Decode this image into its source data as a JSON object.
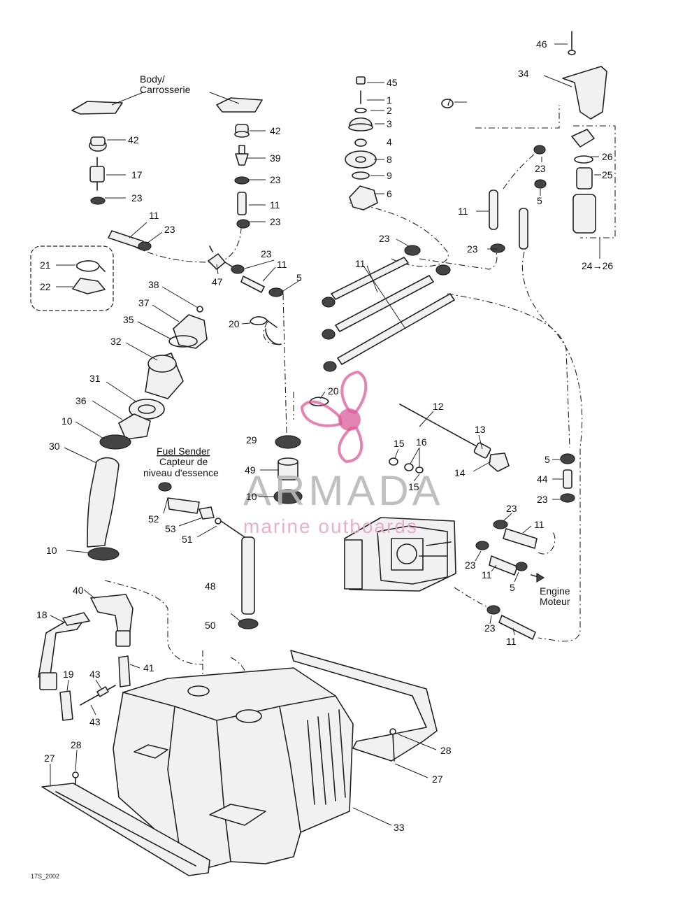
{
  "labels": {
    "body_en": "Body/",
    "body_fr": "Carrosserie",
    "fuel_sender_en": "Fuel Sender",
    "fuel_sender_fr1": "Capteur de",
    "fuel_sender_fr2": "niveau d'essence",
    "engine_en": "Engine",
    "engine_fr": "Moteur",
    "ref_code": "17S_2002"
  },
  "watermark": {
    "brand": "ARMADA",
    "tagline": "marine outboards",
    "accent_color": "#d84a8e"
  },
  "callouts": {
    "c46": "46",
    "c34": "34",
    "c45": "45",
    "c1": "1",
    "c2": "2",
    "c3": "3",
    "c4": "4",
    "c8": "8",
    "c9": "9",
    "c6": "6",
    "c7": "7",
    "c42a": "42",
    "c17": "17",
    "c23a": "23",
    "c11a": "11",
    "c23b": "23",
    "c42b": "42",
    "c39": "39",
    "c23c": "23",
    "c11b": "11",
    "c23d": "23",
    "c26": "26",
    "c25": "25",
    "c23e": "23",
    "c5a": "5",
    "c11c": "11",
    "c23f": "23",
    "c24_26": "24→26",
    "c21": "21",
    "c22": "22",
    "c23g": "23",
    "c11d": "11",
    "c47": "47",
    "c5b": "5",
    "c11e": "11",
    "c23h": "23",
    "c38": "38",
    "c37": "37",
    "c35": "35",
    "c32": "32",
    "c20a": "20",
    "c31": "31",
    "c36": "36",
    "c10a": "10",
    "c30": "30",
    "c20b": "20",
    "c12": "12",
    "c13": "13",
    "c14": "14",
    "c15a": "15",
    "c16": "16",
    "c15b": "15",
    "c29": "29",
    "c49": "49",
    "c10b": "10",
    "c5c": "5",
    "c44": "44",
    "c23i": "23",
    "c52": "52",
    "c53": "53",
    "c51": "51",
    "c23j": "23",
    "c11f": "11",
    "c23k": "23",
    "c11g": "11",
    "c5d": "5",
    "c10c": "10",
    "c48": "48",
    "c50": "50",
    "c23l": "23",
    "c11h": "11",
    "c40": "40",
    "c18": "18",
    "c41": "41",
    "c19": "19",
    "c43a": "43",
    "c43b": "43",
    "c28a": "28",
    "c27a": "27",
    "c28b": "28",
    "c27b": "27",
    "c33": "33"
  }
}
